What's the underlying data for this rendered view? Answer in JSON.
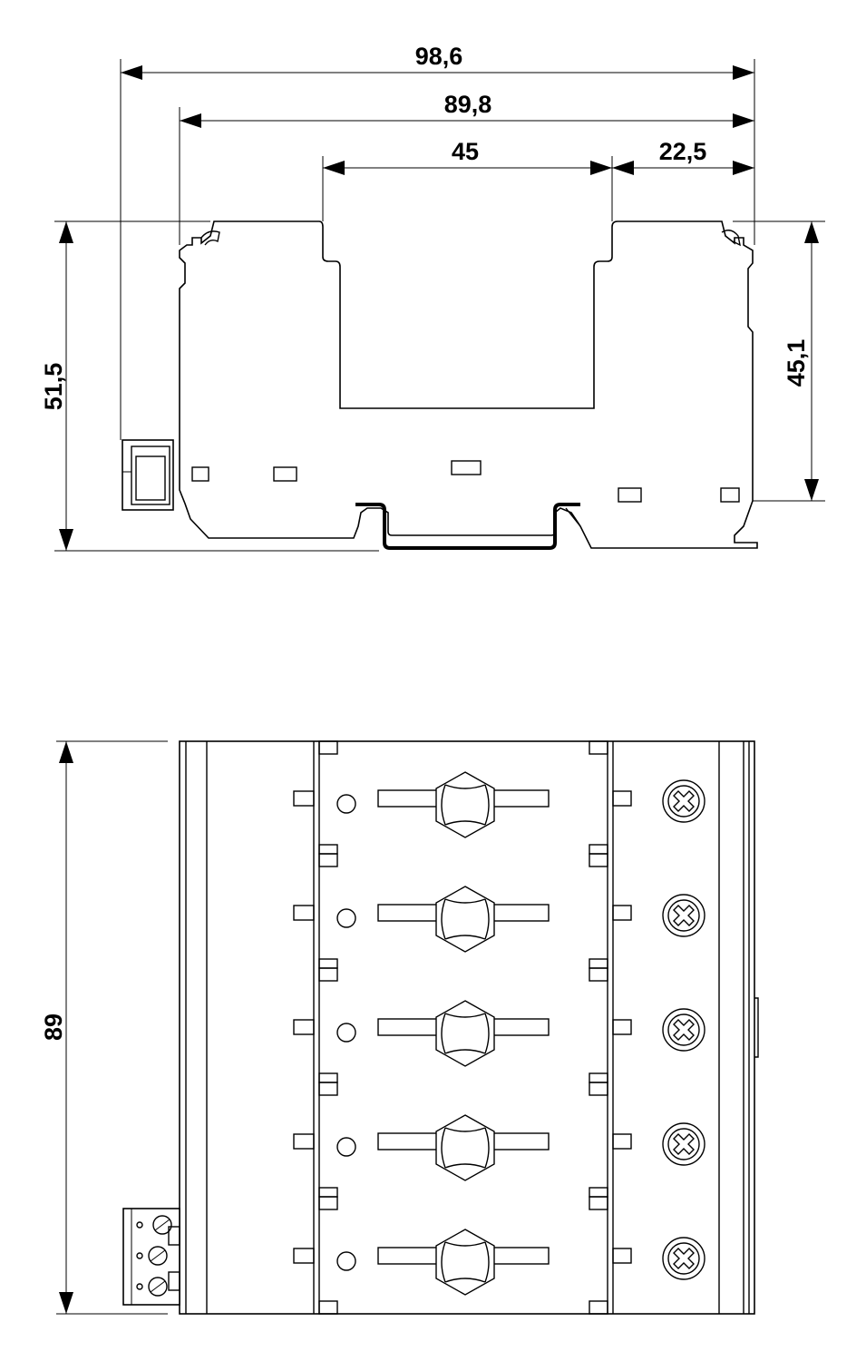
{
  "dimensions": {
    "overall_width": "98,6",
    "housing_width": "89,8",
    "slot_width": "45",
    "right_offset": "22,5",
    "total_height": "51,5",
    "housing_height": "45,1",
    "depth": "89"
  },
  "top_view": {
    "module_rows": 5
  }
}
